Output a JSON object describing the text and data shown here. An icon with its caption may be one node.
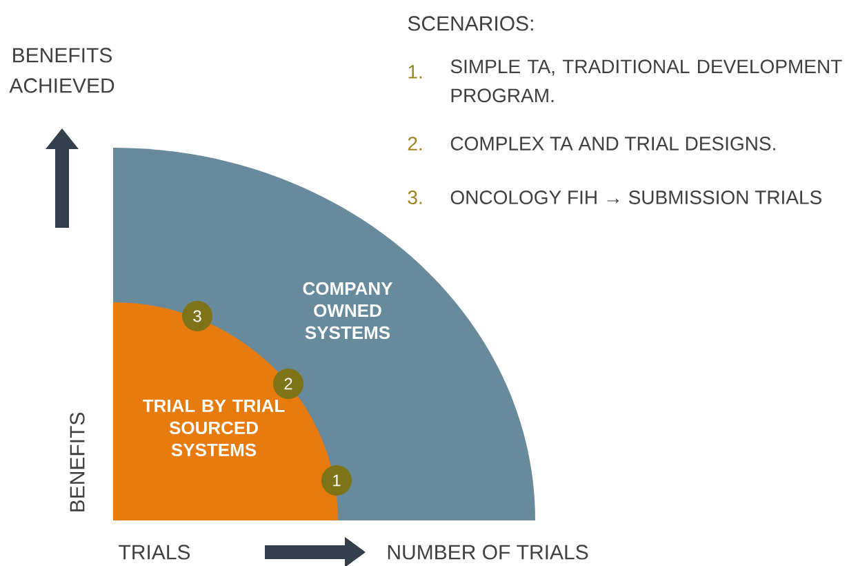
{
  "diagram": {
    "nodes": [
      {
        "text": [
          "COMPANY OWNED SYSTEMS"
        ]
      },
      {
        "text": [
          "TRIAL BY TRIAL SOURCED SYSTEMS"
        ],
        "in": 0
      },
      {
        "text": [
          "3"
        ],
        "in": 0
      },
      {
        "text": [
          "2"
        ],
        "in": 0
      },
      {
        "text": [
          "1"
        ],
        "in": 0
      }
    ],
    "edges": [],
    "labels": [
      "BENEFITS ACHIEVED",
      "SCENARIOS:",
      "1.",
      "SIMPLE TA, TRADITIONAL DEVELOPMENT PROGRAM.",
      "2.",
      "COMPLEX TA AND TRIAL DESIGNS.",
      "3.",
      "ONCOLOGY FIH → SUBMISSION TRIALS",
      "BENEFITS",
      "TRIALS",
      "NUMBER OF TRIALS"
    ]
  }
}
